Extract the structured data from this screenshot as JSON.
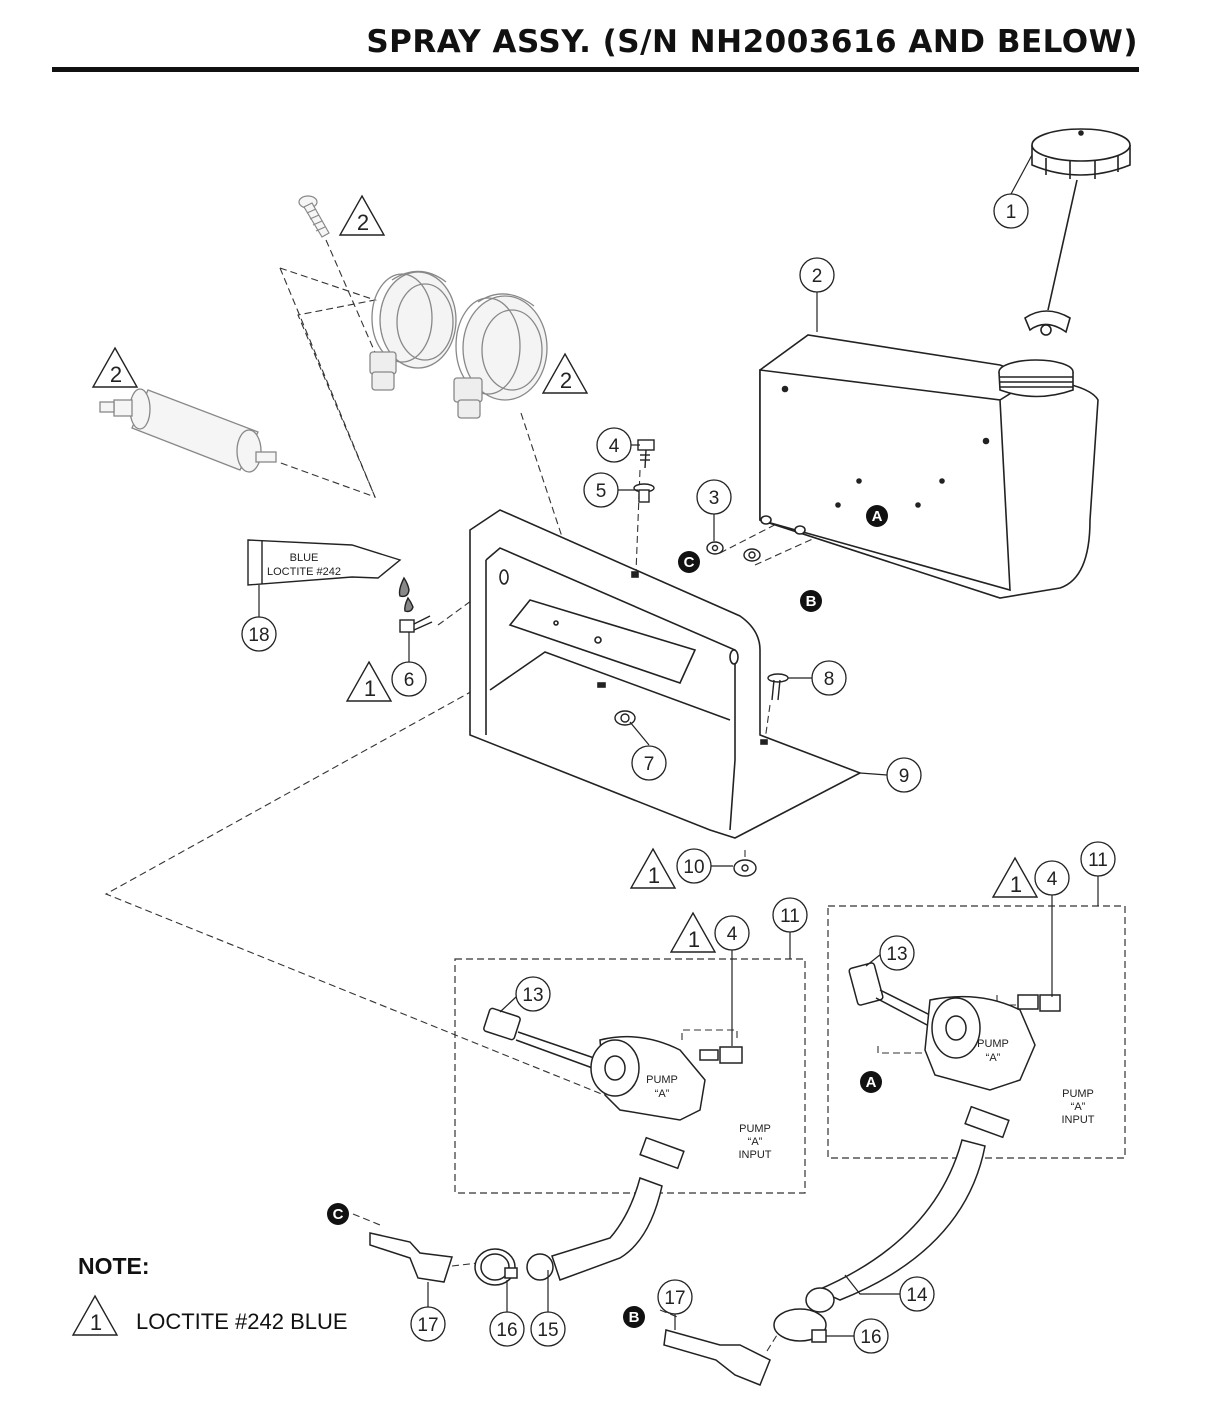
{
  "page": {
    "title": "SPRAY ASSY. (S/N NH2003616 AND BELOW)"
  },
  "callouts": {
    "p1": "1",
    "p2": "2",
    "p3": "3",
    "p4": "4",
    "p5": "5",
    "p6": "6",
    "p7": "7",
    "p8": "8",
    "p9": "9",
    "p10": "10",
    "p11": "11",
    "p13": "13",
    "p14": "14",
    "p15": "15",
    "p16": "16",
    "p17": "17",
    "p18": "18"
  },
  "warning_markers": {
    "triangle_1": "1",
    "triangle_2": "2"
  },
  "connection_markers": {
    "a": "A",
    "b": "B",
    "c": "C"
  },
  "tube_label": {
    "line1": "BLUE",
    "line2": "LOCTITE #242"
  },
  "pump_labels": {
    "pump_line1": "PUMP",
    "pump_line2": "“A”",
    "input_line1": "PUMP",
    "input_line2": "“A”",
    "input_line3": "INPUT"
  },
  "note": {
    "heading": "NOTE:",
    "marker": "1",
    "text": "LOCTITE #242 BLUE"
  },
  "colors": {
    "line": "#222222",
    "faded": "#8a8a8a",
    "marker_fill": "#111111"
  }
}
